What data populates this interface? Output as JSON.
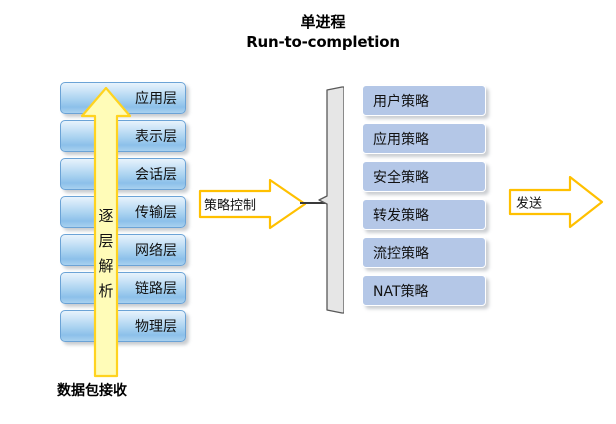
{
  "title": {
    "line1": "单进程",
    "line2": "Run-to-completion"
  },
  "osi_stack": {
    "name": "protocol-layer-stack",
    "layers": [
      {
        "label": "应用层"
      },
      {
        "label": "表示层"
      },
      {
        "label": "会话层"
      },
      {
        "label": "传输层"
      },
      {
        "label": "网络层"
      },
      {
        "label": "链路层"
      },
      {
        "label": "物理层"
      }
    ],
    "arrow_label": "逐层解析",
    "caption": "数据包接收"
  },
  "middle_arrow": {
    "label": "策略控制"
  },
  "policies": {
    "items": [
      {
        "label": "用户策略"
      },
      {
        "label": "应用策略"
      },
      {
        "label": "安全策略"
      },
      {
        "label": "转发策略"
      },
      {
        "label": "流控策略"
      },
      {
        "label": "NAT策略"
      }
    ]
  },
  "send_arrow": {
    "label": "发送"
  },
  "colors": {
    "layer_fill_light": "#e8f3fc",
    "layer_fill_mid": "#a9d2f0",
    "layer_border": "#6ba3d6",
    "policy_fill": "#b4c7e7",
    "arrow_fill": "#fffcb8",
    "arrow_border": "#ffc000",
    "brace_fill": "#e6e6e6",
    "brace_border": "#595959",
    "text": "#111111",
    "background": "#ffffff"
  }
}
